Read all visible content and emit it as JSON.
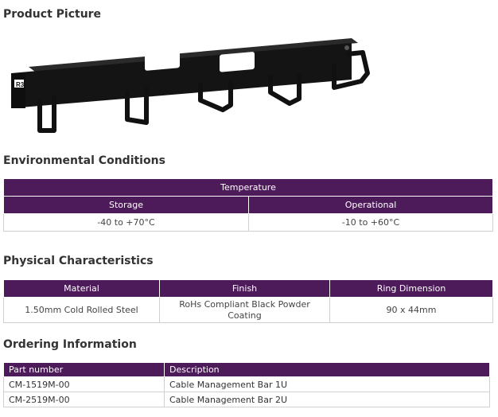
{
  "sections": {
    "product_picture": "Product Picture",
    "environmental": "Environmental Conditions",
    "physical": "Physical Characteristics",
    "ordering": "Ordering Information"
  },
  "product_image": {
    "logo_text": "R3"
  },
  "environment_table": {
    "group_header": "Temperature",
    "headers": [
      "Storage",
      "Operational"
    ],
    "values": [
      "-40 to +70°C",
      "-10 to +60°C"
    ]
  },
  "physical_table": {
    "headers": [
      "Material",
      "Finish",
      "Ring Dimension"
    ],
    "values": [
      "1.50mm Cold Rolled Steel",
      "RoHs Compliant Black Powder Coating",
      "90 x 44mm"
    ]
  },
  "ordering_table": {
    "headers": [
      "Part number",
      "Description"
    ],
    "rows": [
      [
        "CM-1519M-00",
        "Cable Management Bar 1U"
      ],
      [
        "CM-2519M-00",
        "Cable Management Bar 2U"
      ]
    ]
  },
  "colors": {
    "header_bg": "#4d1a5a",
    "text": "#333333"
  }
}
